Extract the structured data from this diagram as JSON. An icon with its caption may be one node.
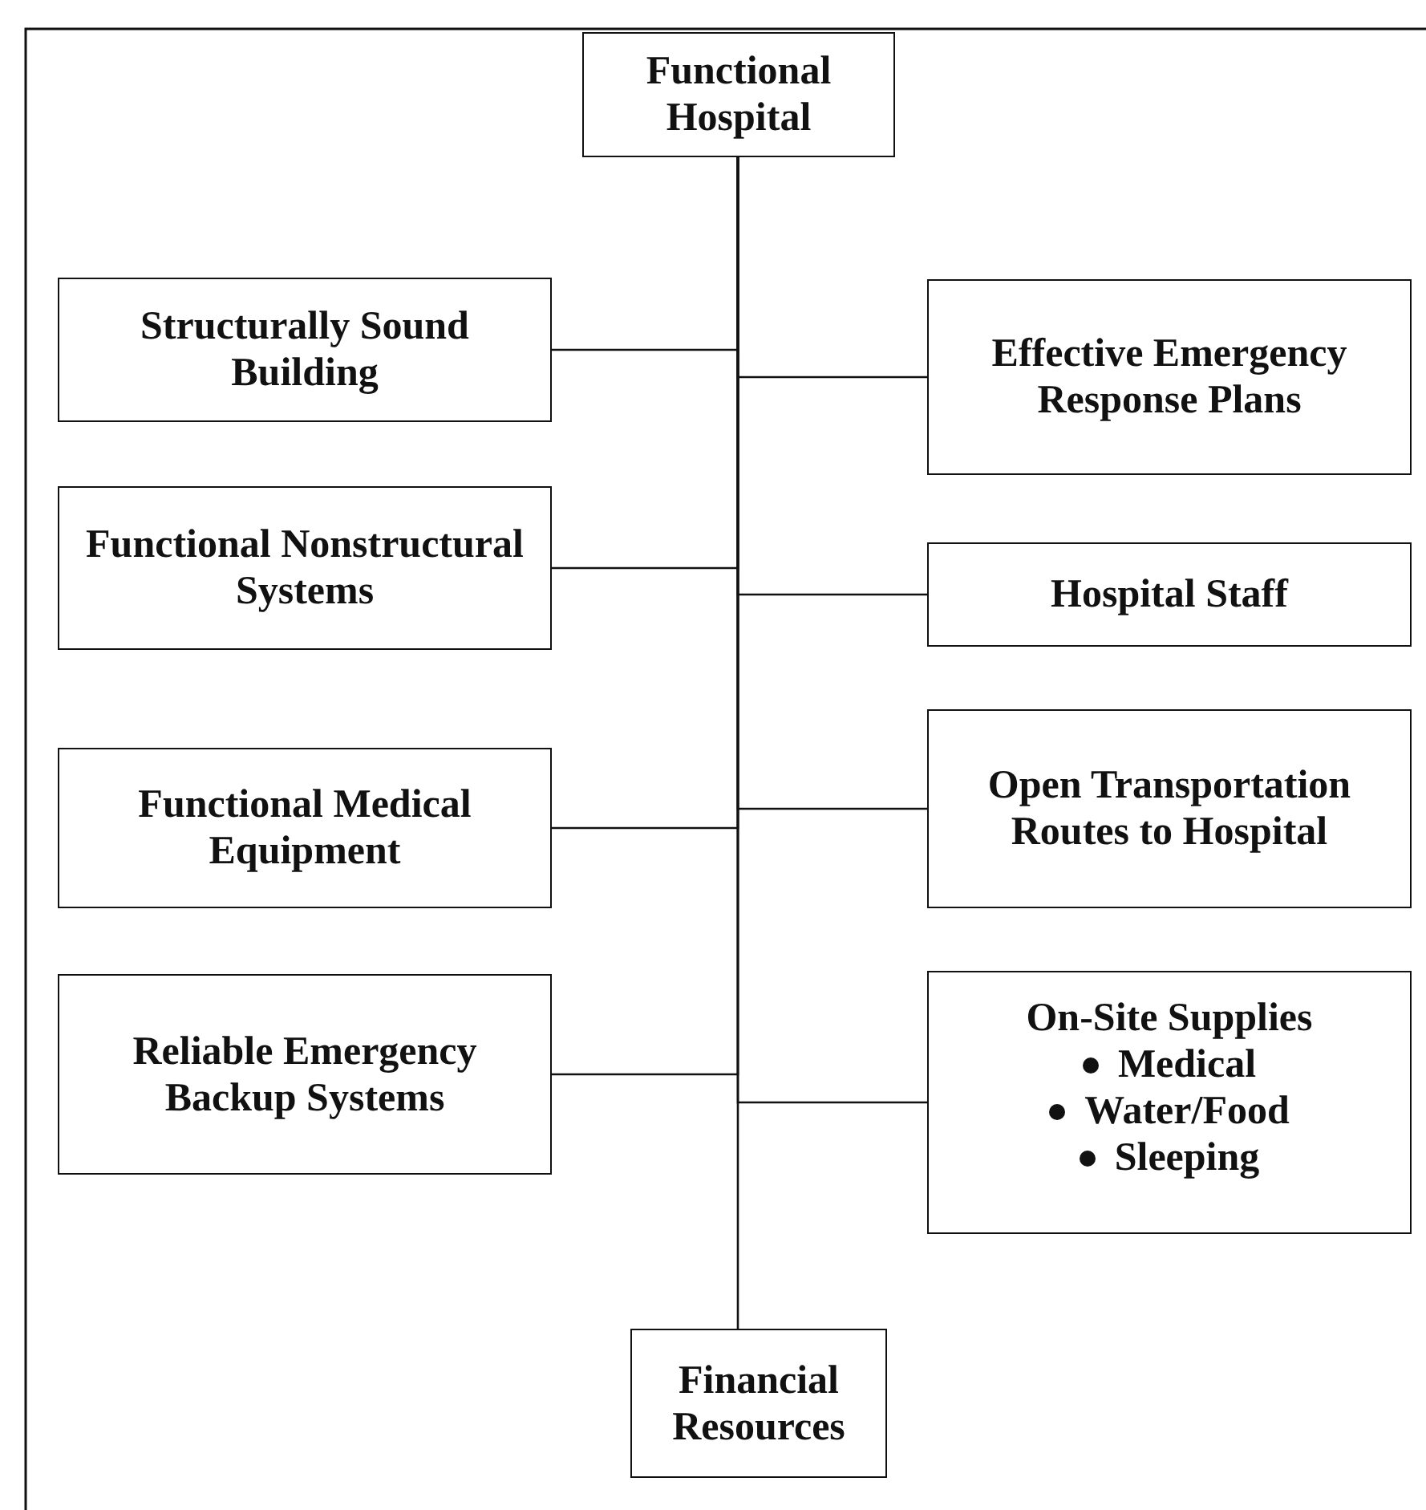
{
  "diagram": {
    "nodes": [
      {
        "text": [
          "Functional Hospital"
        ]
      },
      {
        "text": [
          "Structurally Sound Building"
        ]
      },
      {
        "text": [
          "Effective Emergency Response Plans"
        ]
      },
      {
        "text": [
          "Functional Nonstructural Systems"
        ]
      },
      {
        "text": [
          "Hospital Staff"
        ]
      },
      {
        "text": [
          "Functional Medical Equipment"
        ]
      },
      {
        "text": [
          "Open Transportation Routes to Hospital"
        ]
      },
      {
        "text": [
          "Reliable Emergency Backup Systems"
        ]
      },
      {
        "text": [
          "On-Site Supplies",
          "Medical",
          "Water/Food",
          "Sleeping"
        ]
      },
      {
        "text": [
          "Financial Resources"
        ]
      }
    ],
    "edges": [
      {
        "from": 0,
        "to": 1,
        "arrow": "none"
      },
      {
        "from": 0,
        "to": 2,
        "arrow": "none"
      },
      {
        "from": 0,
        "to": 3,
        "arrow": "none"
      },
      {
        "from": 0,
        "to": 4,
        "arrow": "none"
      },
      {
        "from": 0,
        "to": 5,
        "arrow": "none"
      },
      {
        "from": 0,
        "to": 6,
        "arrow": "none"
      },
      {
        "from": 0,
        "to": 7,
        "arrow": "none"
      },
      {
        "from": 0,
        "to": 8,
        "arrow": "none"
      },
      {
        "from": 0,
        "to": 9,
        "arrow": "none"
      }
    ]
  }
}
